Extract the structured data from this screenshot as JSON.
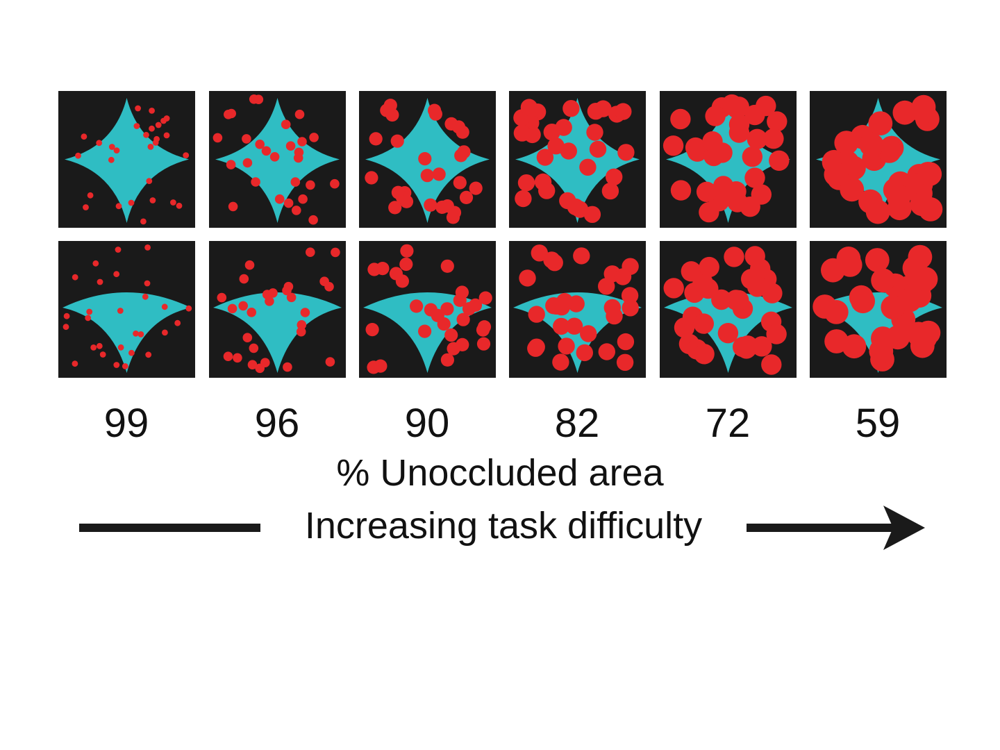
{
  "figure": {
    "colors": {
      "panel_background": "#1a1a1a",
      "shape": "#2fbdc3",
      "occluder": "#e8282a",
      "text": "#111111"
    },
    "shapes": [
      "concave-diamond",
      "concave-fan"
    ],
    "levels": [
      {
        "value": "99",
        "unoccluded_percent": 99
      },
      {
        "value": "96",
        "unoccluded_percent": 96
      },
      {
        "value": "90",
        "unoccluded_percent": 90
      },
      {
        "value": "82",
        "unoccluded_percent": 82
      },
      {
        "value": "72",
        "unoccluded_percent": 72
      },
      {
        "value": "59",
        "unoccluded_percent": 59
      }
    ],
    "axis_label": "% Unoccluded area",
    "arrow_label": "Increasing task difficulty"
  }
}
